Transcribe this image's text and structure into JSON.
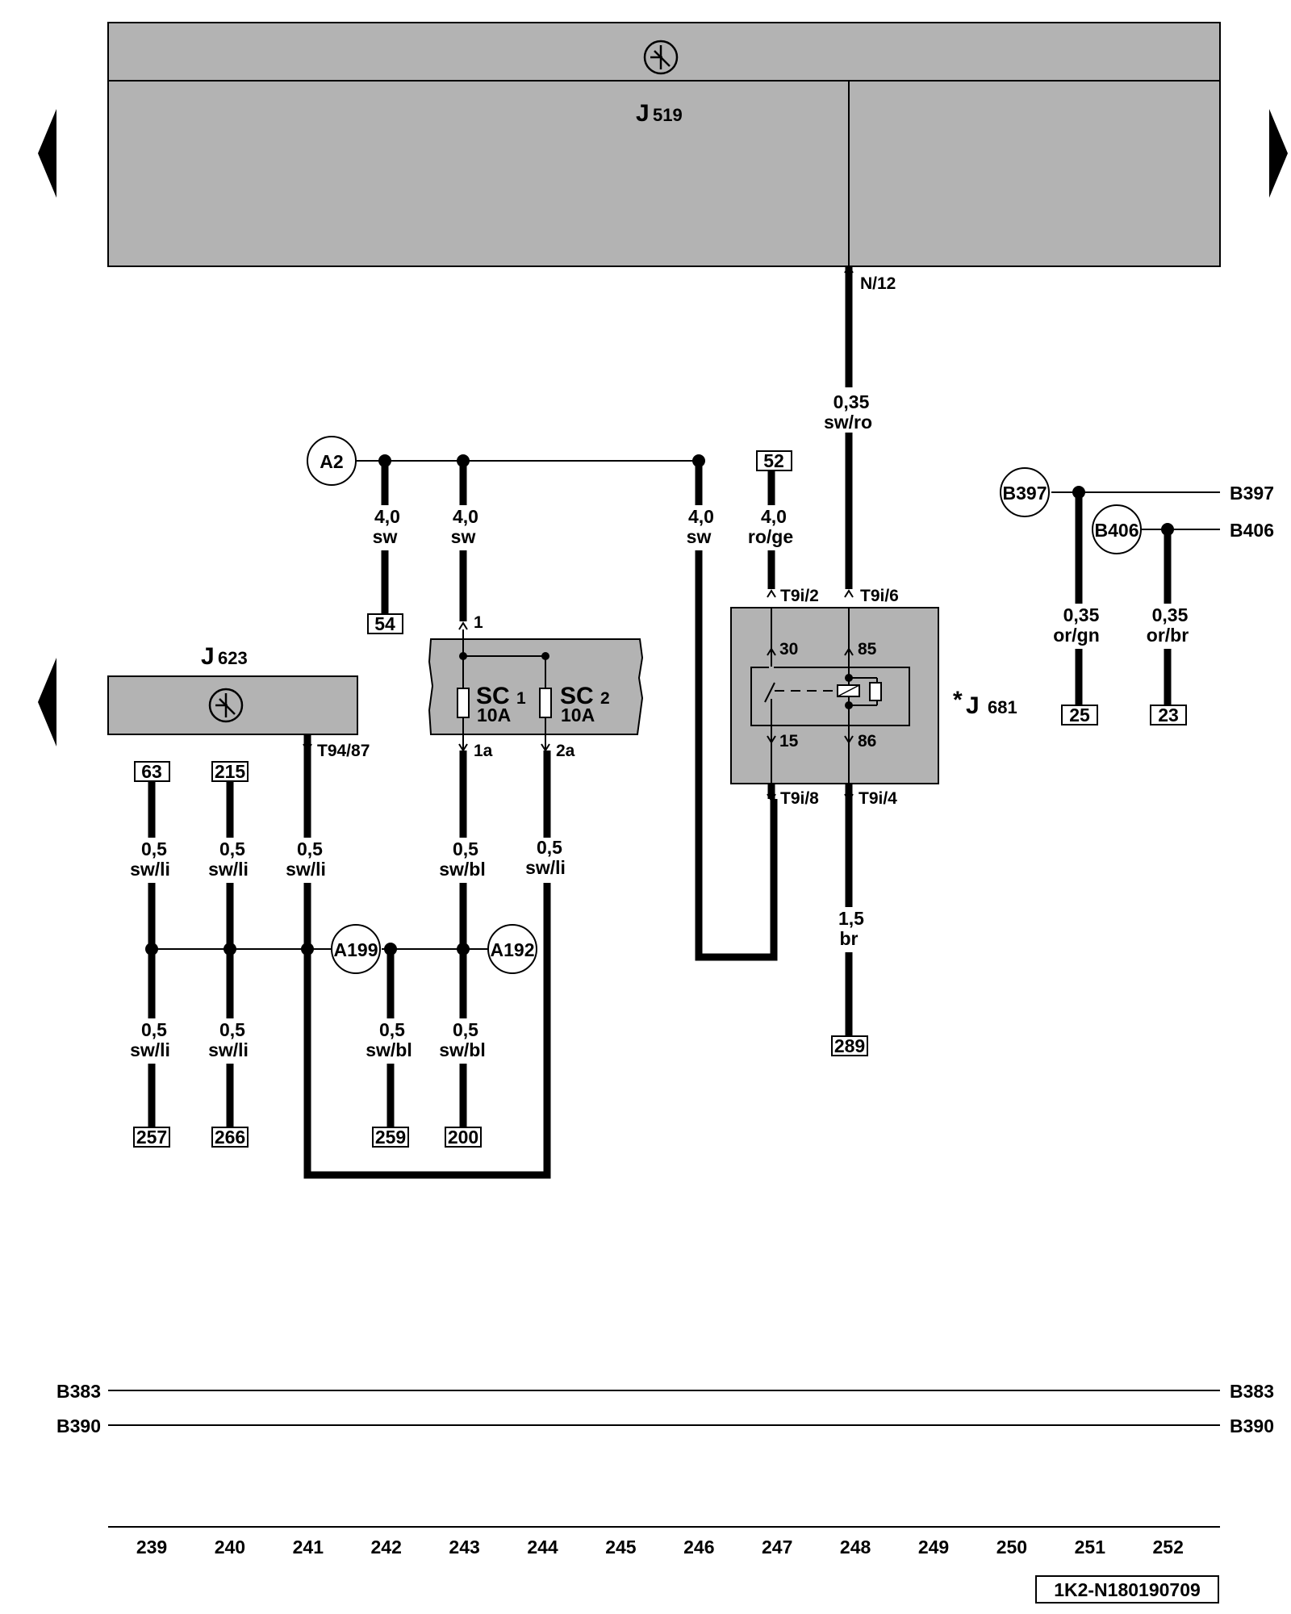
{
  "components": {
    "j519": {
      "name": "J",
      "sub": "519"
    },
    "j623": {
      "name": "J",
      "sub": "623"
    },
    "j681": {
      "prefix": "*",
      "name": "J",
      "sub": "681"
    },
    "sc1": {
      "name": "SC",
      "sub": "1",
      "rating": "10A"
    },
    "sc2": {
      "name": "SC",
      "sub": "2",
      "rating": "10A"
    }
  },
  "connectors": {
    "n12": "N/12",
    "t94_87": "T94/87",
    "t9i_2": "T9i/2",
    "t9i_6": "T9i/6",
    "t9i_8": "T9i/8",
    "t9i_4": "T9i/4",
    "sc_in": "1",
    "sc_1a": "1a",
    "sc_2a": "2a"
  },
  "relay_pins": {
    "p30": "30",
    "p85": "85",
    "p15": "15",
    "p86": "86"
  },
  "junctions": {
    "a2": "A2",
    "a199": "A199",
    "a192": "A192",
    "b397": "B397",
    "b406": "B406"
  },
  "lines": {
    "b397": "B397",
    "b406": "B406",
    "b383": "B383",
    "b390": "B390"
  },
  "wires": {
    "w248_top": {
      "size": "0,35",
      "color": "sw/ro"
    },
    "w241_a2": {
      "size": "4,0",
      "color": "sw"
    },
    "w243_a2": {
      "size": "4,0",
      "color": "sw"
    },
    "w246_a2": {
      "size": "4,0",
      "color": "sw"
    },
    "w247_52": {
      "size": "4,0",
      "color": "ro/ge"
    },
    "w251": {
      "size": "0,35",
      "color": "or/gn"
    },
    "w252": {
      "size": "0,35",
      "color": "or/br"
    },
    "w239_top": {
      "size": "0,5",
      "color": "sw/li"
    },
    "w240_top": {
      "size": "0,5",
      "color": "sw/li"
    },
    "w241_top": {
      "size": "0,5",
      "color": "sw/li"
    },
    "w243_mid": {
      "size": "0,5",
      "color": "sw/bl"
    },
    "w244_mid": {
      "size": "0,5",
      "color": "sw/li"
    },
    "w248_bot": {
      "size": "1,5",
      "color": "br"
    },
    "w239_bot": {
      "size": "0,5",
      "color": "sw/li"
    },
    "w240_bot": {
      "size": "0,5",
      "color": "sw/li"
    },
    "w242_bot": {
      "size": "0,5",
      "color": "sw/bl"
    },
    "w243_bot": {
      "size": "0,5",
      "color": "sw/bl"
    }
  },
  "refs": {
    "r54": "54",
    "r52": "52",
    "r25": "25",
    "r23": "23",
    "r63": "63",
    "r215": "215",
    "r289": "289",
    "r257": "257",
    "r266": "266",
    "r259": "259",
    "r200": "200"
  },
  "track_numbers": [
    "239",
    "240",
    "241",
    "242",
    "243",
    "244",
    "245",
    "246",
    "247",
    "248",
    "249",
    "250",
    "251",
    "252"
  ],
  "doc_id": "1K2-N180190709"
}
